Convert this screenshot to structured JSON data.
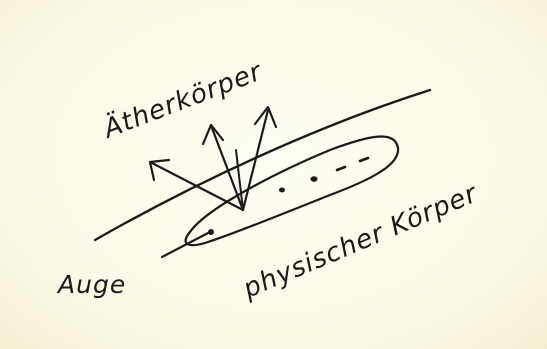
{
  "labels": {
    "aether_body": "Ätherkörper",
    "eye": "Auge",
    "physical_body": "physischer Körper"
  },
  "colors": {
    "paper": "#fdfbe9",
    "ink": "#1a1a1a"
  }
}
